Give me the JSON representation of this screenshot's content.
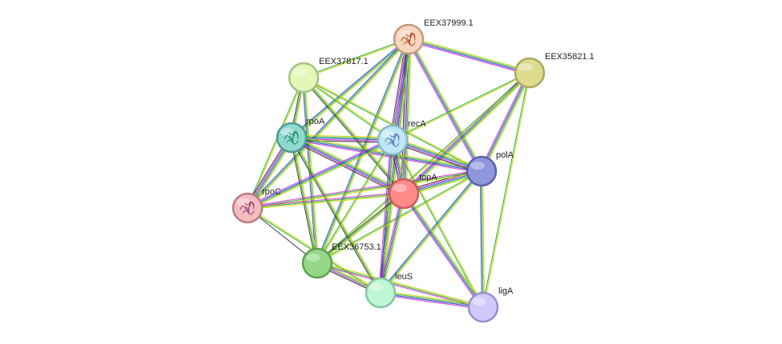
{
  "network": {
    "nodes": [
      {
        "id": "EEX37999.1",
        "label": "EEX37999.1",
        "fill": "#f8d6bf",
        "stroke": "#c29a7d",
        "glyph": "structure-icon",
        "glyph_color": "#b24a2a"
      },
      {
        "id": "EEX35821.1",
        "label": "EEX35821.1",
        "fill": "#dcdb8e",
        "stroke": "#a9a861",
        "glyph": null
      },
      {
        "id": "EEX37817.1",
        "label": "EEX37817.1",
        "fill": "#e2f7b8",
        "stroke": "#a7c287",
        "glyph": null
      },
      {
        "id": "rpoA",
        "label": "rpoA",
        "fill": "#8fd9cf",
        "stroke": "#4e9b92",
        "glyph": "structure-icon",
        "glyph_color": "#1f8a66"
      },
      {
        "id": "recA",
        "label": "recA",
        "fill": "#bfe6f6",
        "stroke": "#86b7cc",
        "glyph": "structure-icon",
        "glyph_color": "#5578b8"
      },
      {
        "id": "polA",
        "label": "polA",
        "fill": "#8f97dc",
        "stroke": "#5a62a8",
        "glyph": null
      },
      {
        "id": "topA",
        "label": "topA",
        "fill": "#ff8a8a",
        "stroke": "#cc5a5a",
        "glyph": null
      },
      {
        "id": "rpoC",
        "label": "rpoC",
        "fill": "#f3bcbf",
        "stroke": "#bb7d82",
        "glyph": "structure-icon",
        "glyph_color": "#9a3f78"
      },
      {
        "id": "EEX36753.1",
        "label": "EEX36753.1",
        "fill": "#94d887",
        "stroke": "#5f9f52",
        "glyph": null
      },
      {
        "id": "leuS",
        "label": "leuS",
        "fill": "#bff6d4",
        "stroke": "#86c4a0",
        "glyph": null
      },
      {
        "id": "ligA",
        "label": "ligA",
        "fill": "#d2c8fa",
        "stroke": "#9b8fcd",
        "glyph": null
      }
    ],
    "edges": [
      {
        "source": "EEX37999.1",
        "target": "EEX35821.1",
        "evidence": [
          "yellow",
          "green",
          "blue",
          "magenta"
        ]
      },
      {
        "source": "EEX37999.1",
        "target": "EEX37817.1",
        "evidence": [
          "yellow",
          "green"
        ]
      },
      {
        "source": "EEX37999.1",
        "target": "rpoA",
        "evidence": [
          "yellow",
          "green",
          "blue"
        ]
      },
      {
        "source": "EEX37999.1",
        "target": "recA",
        "evidence": [
          "yellow",
          "green",
          "blue",
          "magenta",
          "black"
        ]
      },
      {
        "source": "EEX37999.1",
        "target": "polA",
        "evidence": [
          "yellow",
          "green",
          "blue",
          "magenta"
        ]
      },
      {
        "source": "EEX37999.1",
        "target": "topA",
        "evidence": [
          "yellow",
          "green",
          "blue",
          "magenta",
          "black"
        ]
      },
      {
        "source": "EEX37999.1",
        "target": "rpoC",
        "evidence": [
          "yellow",
          "green",
          "blue"
        ]
      },
      {
        "source": "EEX37999.1",
        "target": "EEX36753.1",
        "evidence": [
          "yellow",
          "green",
          "blue"
        ]
      },
      {
        "source": "EEX37999.1",
        "target": "leuS",
        "evidence": [
          "yellow",
          "green",
          "blue",
          "magenta"
        ]
      },
      {
        "source": "EEX35821.1",
        "target": "recA",
        "evidence": [
          "yellow",
          "green"
        ]
      },
      {
        "source": "EEX35821.1",
        "target": "polA",
        "evidence": [
          "yellow",
          "green",
          "blue",
          "magenta"
        ]
      },
      {
        "source": "EEX35821.1",
        "target": "topA",
        "evidence": [
          "yellow",
          "green",
          "blue",
          "magenta"
        ]
      },
      {
        "source": "EEX35821.1",
        "target": "EEX36753.1",
        "evidence": [
          "yellow",
          "green"
        ]
      },
      {
        "source": "EEX35821.1",
        "target": "ligA",
        "evidence": [
          "yellow",
          "green"
        ]
      },
      {
        "source": "EEX37817.1",
        "target": "rpoA",
        "evidence": [
          "yellow",
          "green",
          "black"
        ]
      },
      {
        "source": "EEX37817.1",
        "target": "recA",
        "evidence": [
          "yellow",
          "green"
        ]
      },
      {
        "source": "EEX37817.1",
        "target": "polA",
        "evidence": [
          "yellow",
          "green"
        ]
      },
      {
        "source": "EEX37817.1",
        "target": "topA",
        "evidence": [
          "yellow",
          "green",
          "black"
        ]
      },
      {
        "source": "EEX37817.1",
        "target": "rpoC",
        "evidence": [
          "yellow",
          "green"
        ]
      },
      {
        "source": "EEX37817.1",
        "target": "EEX36753.1",
        "evidence": [
          "yellow",
          "green",
          "blue"
        ]
      },
      {
        "source": "rpoA",
        "target": "recA",
        "evidence": [
          "yellow",
          "green",
          "blue",
          "magenta",
          "black"
        ]
      },
      {
        "source": "rpoA",
        "target": "polA",
        "evidence": [
          "yellow",
          "green",
          "blue",
          "magenta"
        ]
      },
      {
        "source": "rpoA",
        "target": "topA",
        "evidence": [
          "yellow",
          "green",
          "blue",
          "magenta",
          "black"
        ]
      },
      {
        "source": "rpoA",
        "target": "rpoC",
        "evidence": [
          "yellow",
          "green",
          "blue",
          "magenta",
          "black"
        ]
      },
      {
        "source": "rpoA",
        "target": "EEX36753.1",
        "evidence": [
          "yellow",
          "green",
          "black"
        ]
      },
      {
        "source": "rpoA",
        "target": "leuS",
        "evidence": [
          "yellow",
          "green",
          "black"
        ]
      },
      {
        "source": "recA",
        "target": "polA",
        "evidence": [
          "yellow",
          "green",
          "blue",
          "magenta",
          "black"
        ]
      },
      {
        "source": "recA",
        "target": "topA",
        "evidence": [
          "yellow",
          "green",
          "blue",
          "magenta",
          "black"
        ]
      },
      {
        "source": "recA",
        "target": "rpoC",
        "evidence": [
          "yellow",
          "green",
          "blue",
          "magenta"
        ]
      },
      {
        "source": "recA",
        "target": "EEX36753.1",
        "evidence": [
          "yellow",
          "green"
        ]
      },
      {
        "source": "recA",
        "target": "leuS",
        "evidence": [
          "yellow",
          "green",
          "blue",
          "magenta"
        ]
      },
      {
        "source": "recA",
        "target": "ligA",
        "evidence": [
          "yellow",
          "green"
        ]
      },
      {
        "source": "polA",
        "target": "topA",
        "evidence": [
          "yellow",
          "green",
          "blue",
          "magenta",
          "black"
        ]
      },
      {
        "source": "polA",
        "target": "rpoC",
        "evidence": [
          "yellow",
          "green",
          "magenta"
        ]
      },
      {
        "source": "polA",
        "target": "EEX36753.1",
        "evidence": [
          "yellow",
          "green"
        ]
      },
      {
        "source": "polA",
        "target": "leuS",
        "evidence": [
          "yellow",
          "green",
          "blue"
        ]
      },
      {
        "source": "polA",
        "target": "ligA",
        "evidence": [
          "yellow",
          "green",
          "blue"
        ]
      },
      {
        "source": "topA",
        "target": "rpoC",
        "evidence": [
          "yellow",
          "green",
          "magenta"
        ]
      },
      {
        "source": "topA",
        "target": "EEX36753.1",
        "evidence": [
          "yellow",
          "green",
          "black"
        ]
      },
      {
        "source": "topA",
        "target": "leuS",
        "evidence": [
          "yellow",
          "green",
          "blue",
          "magenta"
        ]
      },
      {
        "source": "topA",
        "target": "ligA",
        "evidence": [
          "yellow",
          "green",
          "blue",
          "magenta"
        ]
      },
      {
        "source": "rpoC",
        "target": "EEX36753.1",
        "evidence": [
          "black"
        ]
      },
      {
        "source": "rpoC",
        "target": "leuS",
        "evidence": [
          "yellow",
          "green"
        ]
      },
      {
        "source": "EEX36753.1",
        "target": "leuS",
        "evidence": [
          "yellow",
          "green",
          "magenta",
          "black"
        ]
      },
      {
        "source": "EEX36753.1",
        "target": "ligA",
        "evidence": [
          "yellow",
          "green",
          "magenta"
        ]
      },
      {
        "source": "leuS",
        "target": "ligA",
        "evidence": [
          "yellow",
          "green",
          "blue",
          "magenta"
        ]
      }
    ],
    "evidence_colors": {
      "yellow": "#c8d600",
      "green": "#27a83f",
      "blue": "#2a3fd9",
      "magenta": "#d233c9",
      "black": "#333333"
    }
  }
}
